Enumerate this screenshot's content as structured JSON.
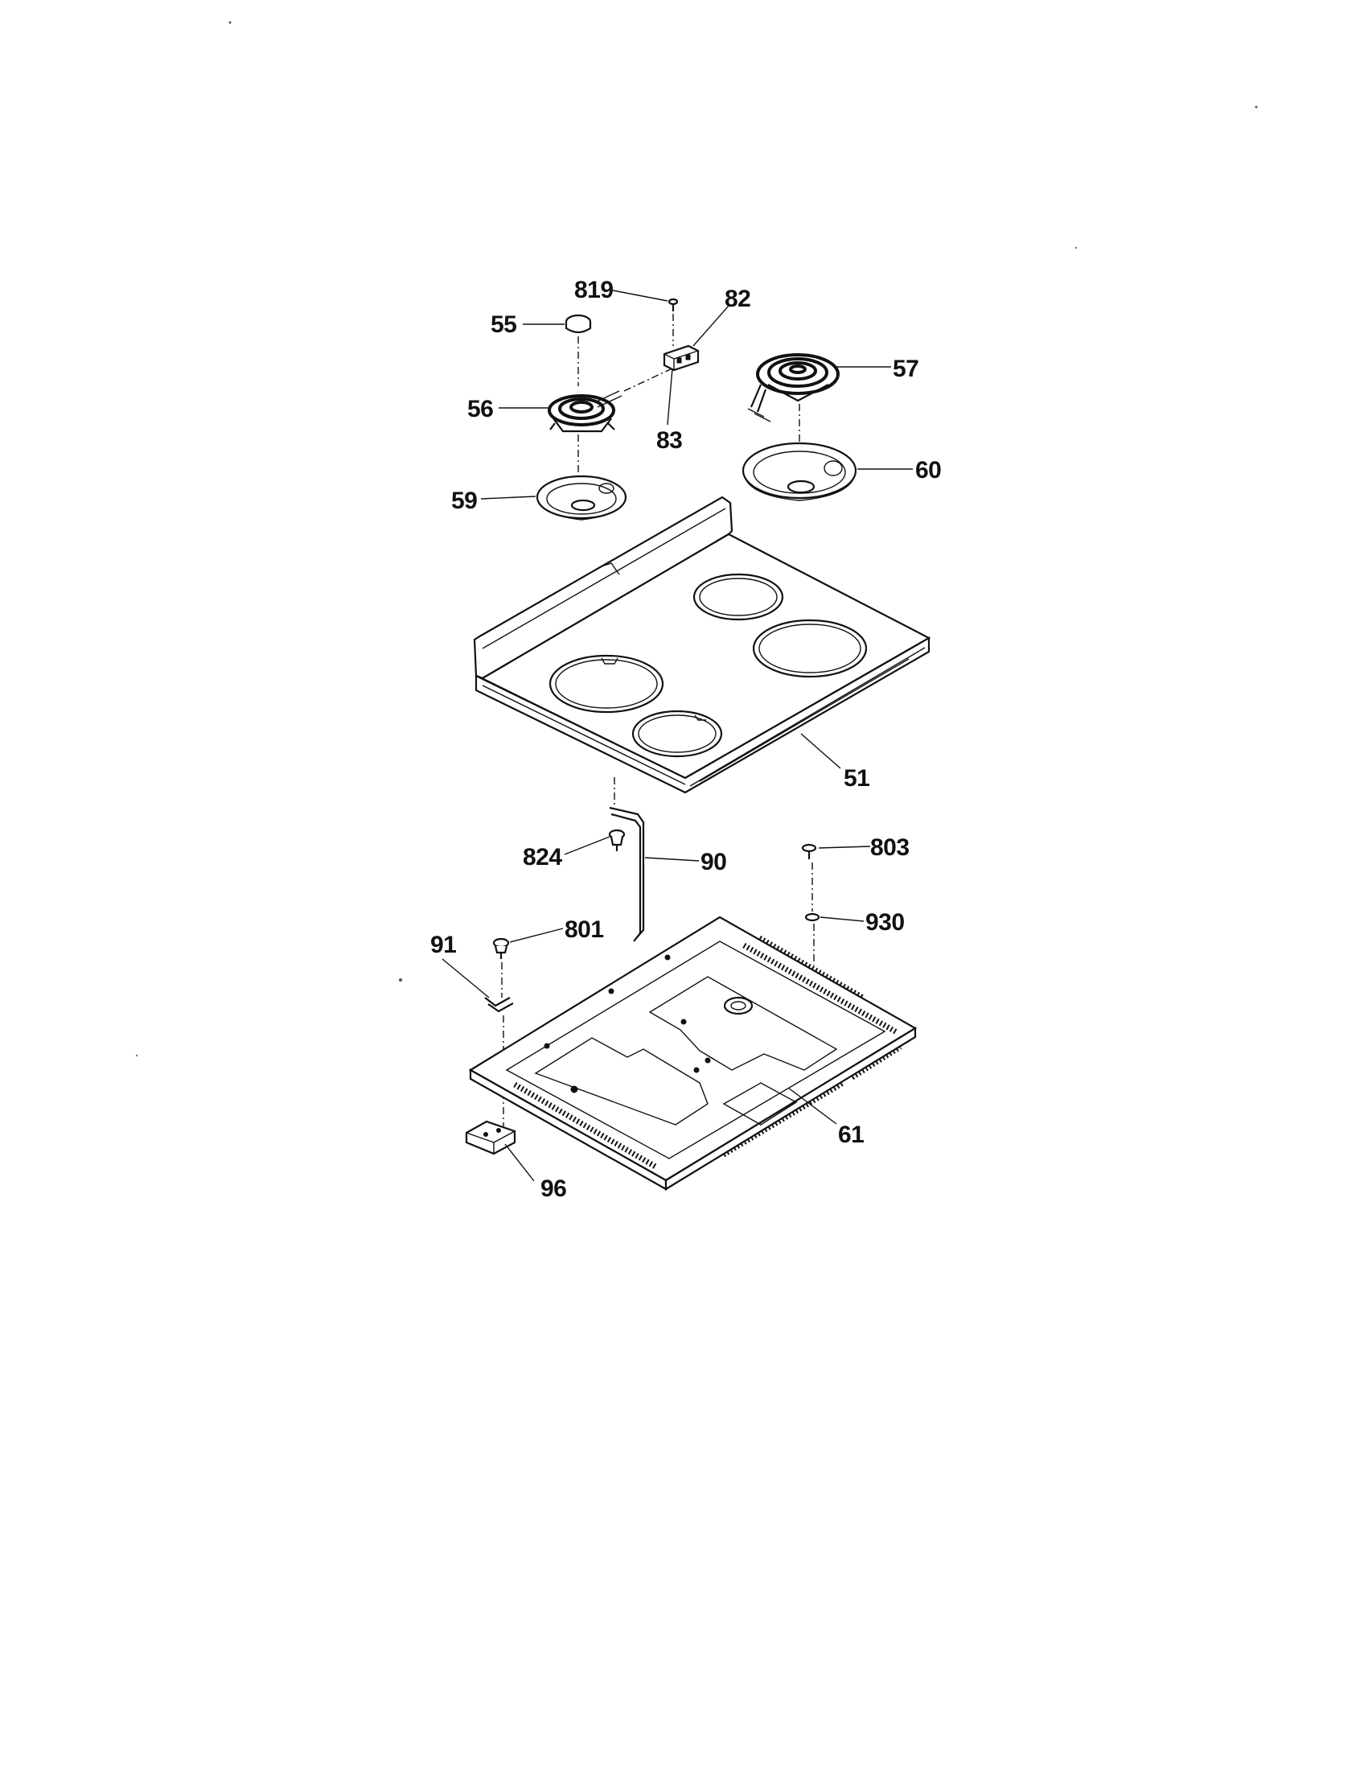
{
  "diagram": {
    "labels": {
      "p819": "819",
      "p82": "82",
      "p55": "55",
      "p57": "57",
      "p56": "56",
      "p83": "83",
      "p60": "60",
      "p59": "59",
      "p51": "51",
      "p824": "824",
      "p90": "90",
      "p803": "803",
      "p930": "930",
      "p91": "91",
      "p801": "801",
      "p61": "61",
      "p96": "96"
    }
  }
}
